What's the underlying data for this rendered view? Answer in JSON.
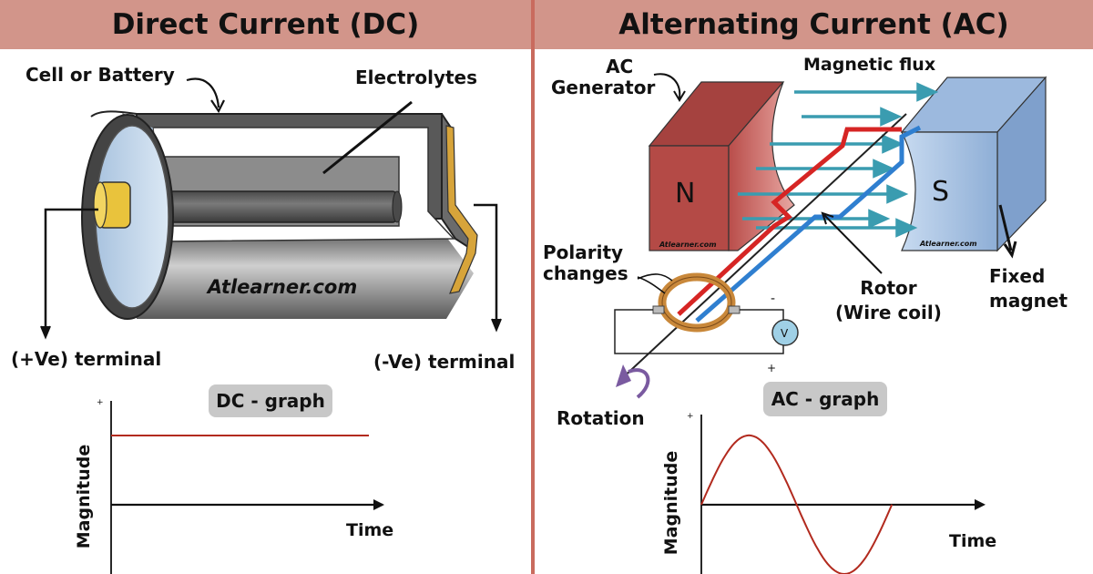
{
  "dc": {
    "title": "Direct Current (DC)",
    "labels": {
      "cell": "Cell or Battery",
      "electrolytes": "Electrolytes",
      "watermark": "Atlearner.com",
      "pos_terminal": "(+Ve) terminal",
      "neg_terminal": "(-Ve) terminal"
    },
    "graph_title": "DC - graph",
    "plus": "+"
  },
  "ac": {
    "title": "Alternating Current (AC)",
    "labels": {
      "generator_line1": "AC",
      "generator_line2": "Generator",
      "magnetic_flux": "Magnetic flux",
      "pole_n": "N",
      "pole_s": "S",
      "small_watermark": "Atlearner.com",
      "polarity_line1": "Polarity",
      "polarity_line2": "changes",
      "rotor_line1": "Rotor",
      "rotor_line2": "(Wire coil)",
      "fixed_line1": "Fixed",
      "fixed_line2": "magnet",
      "rotation": "Rotation",
      "voltmeter": "V",
      "minus": "-",
      "plus": "+"
    },
    "graph_title": "AC - graph",
    "plus": "+"
  },
  "chart_data": [
    {
      "type": "line",
      "title": "DC - graph",
      "xlabel": "Time",
      "ylabel": "Magnitude",
      "series": [
        {
          "x": [
            0,
            1
          ],
          "y": [
            1,
            1
          ]
        }
      ],
      "ylim": [
        -1,
        1.5
      ],
      "xlim": [
        0,
        1
      ],
      "grid": false,
      "color": "#b22a1e"
    },
    {
      "type": "line",
      "title": "AC - graph",
      "xlabel": "Time",
      "ylabel": "Magnitude",
      "series": [
        {
          "x": [
            0,
            0.125,
            0.25,
            0.375,
            0.5,
            0.625,
            0.75,
            0.875,
            1
          ],
          "y": [
            0,
            0.71,
            1,
            0.71,
            0,
            -0.71,
            -1,
            -0.71,
            0
          ]
        }
      ],
      "ylim": [
        -1,
        1.3
      ],
      "xlim": [
        0,
        1.3
      ],
      "grid": false,
      "color": "#b22a1e"
    }
  ]
}
